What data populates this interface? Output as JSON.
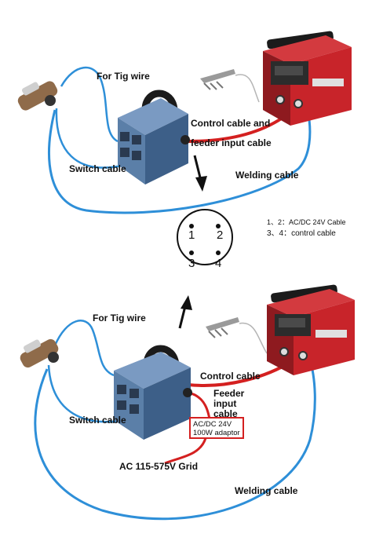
{
  "top_diagram": {
    "label_tig_wire": "For Tig wire",
    "label_control_cable_1": "Control cable and",
    "label_control_cable_2": "feeder input cable",
    "label_switch_cable": "Switch cable",
    "label_welding_cable": "Welding cable"
  },
  "connector": {
    "pins": [
      "1",
      "2",
      "3",
      "4"
    ],
    "legend_line1": "1、2：AC/DC 24V Cable",
    "legend_line2": "3、4：control cable"
  },
  "bottom_diagram": {
    "label_tig_wire": "For Tig wire",
    "label_control_cable": "Control  cable",
    "label_feeder_1": "Feeder",
    "label_feeder_2": "input",
    "label_feeder_3": "cable",
    "adaptor_line1": "AC/DC 24V",
    "adaptor_line2": "100W adaptor",
    "label_switch_cable": "Switch cable",
    "label_grid": "AC 115-575V Grid",
    "label_welding_cable": "Welding cable"
  },
  "colors": {
    "welding_cable": "#2e8fd8",
    "control_cable": "#d42020",
    "machine_red": "#c8242a",
    "feeder_blue": "#5b7fa8",
    "adaptor_border": "#d42020"
  }
}
